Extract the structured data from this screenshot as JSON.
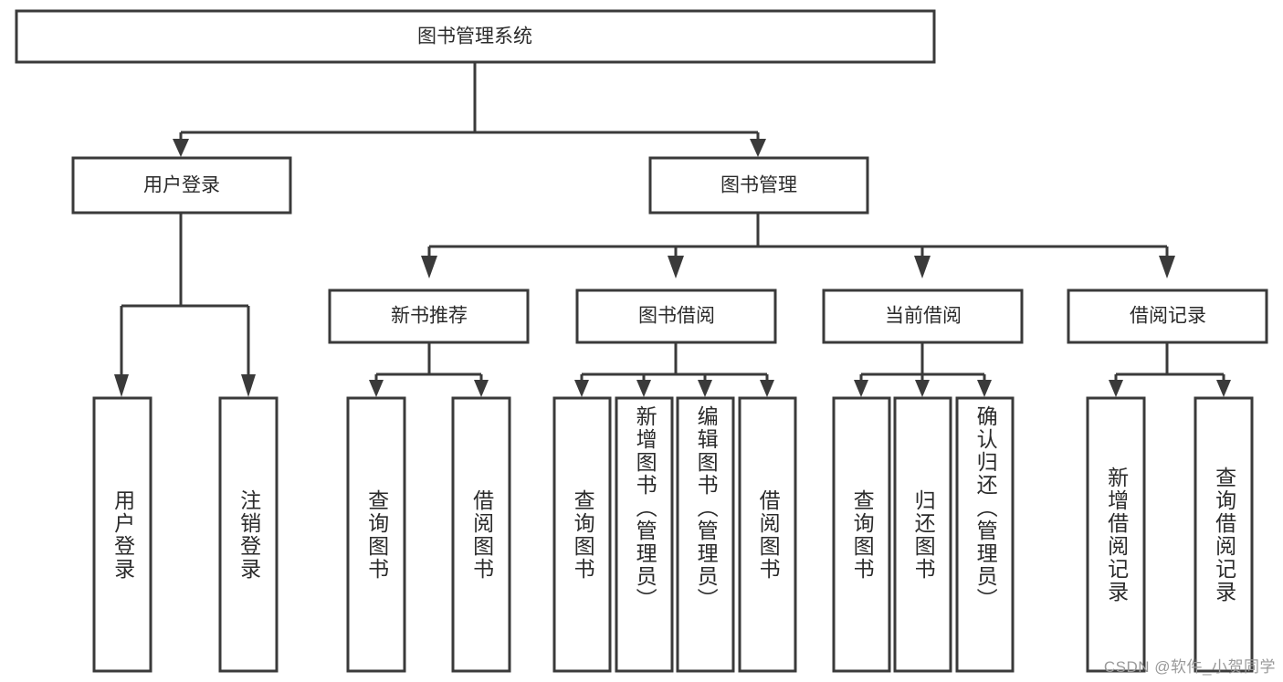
{
  "diagram": {
    "title": "图书管理系统",
    "type": "tree",
    "watermark": "CSDN @软件_小贺同学",
    "colors": {
      "box_stroke": "#3a3a3a",
      "box_fill": "#ffffff",
      "text": "#2b2b2b",
      "connector": "#3a3a3a",
      "watermark": "#9a9a9a",
      "background": "#ffffff"
    },
    "levels": {
      "root": {
        "id": "root",
        "label": "图书管理系统",
        "orientation": "horizontal"
      },
      "level2": [
        {
          "id": "user-login",
          "label": "用户登录",
          "orientation": "horizontal"
        },
        {
          "id": "book-management",
          "label": "图书管理",
          "orientation": "horizontal"
        }
      ],
      "level3": [
        {
          "id": "new-book-recommend",
          "label": "新书推荐",
          "orientation": "horizontal",
          "parent": "book-management"
        },
        {
          "id": "book-borrow",
          "label": "图书借阅",
          "orientation": "horizontal",
          "parent": "book-management"
        },
        {
          "id": "current-borrow",
          "label": "当前借阅",
          "orientation": "horizontal",
          "parent": "book-management"
        },
        {
          "id": "borrow-record",
          "label": "借阅记录",
          "orientation": "horizontal",
          "parent": "book-management"
        }
      ],
      "leaves": [
        {
          "id": "leaf-user-login",
          "label": "用户登录",
          "orientation": "vertical",
          "parent": "user-login"
        },
        {
          "id": "leaf-logout",
          "label": "注销登录",
          "orientation": "vertical",
          "parent": "user-login"
        },
        {
          "id": "leaf-query-book-1",
          "label": "查询图书",
          "orientation": "vertical",
          "parent": "new-book-recommend"
        },
        {
          "id": "leaf-borrow-book-1",
          "label": "借阅图书",
          "orientation": "vertical",
          "parent": "new-book-recommend"
        },
        {
          "id": "leaf-query-book-2",
          "label": "查询图书",
          "orientation": "vertical",
          "parent": "book-borrow"
        },
        {
          "id": "leaf-add-book",
          "label": "新增图书（管理员）",
          "orientation": "vertical",
          "parent": "book-borrow"
        },
        {
          "id": "leaf-edit-book",
          "label": "编辑图书（管理员）",
          "orientation": "vertical",
          "parent": "book-borrow"
        },
        {
          "id": "leaf-borrow-book-2",
          "label": "借阅图书",
          "orientation": "vertical",
          "parent": "book-borrow"
        },
        {
          "id": "leaf-query-book-3",
          "label": "查询图书",
          "orientation": "vertical",
          "parent": "current-borrow"
        },
        {
          "id": "leaf-return-book",
          "label": "归还图书",
          "orientation": "vertical",
          "parent": "current-borrow"
        },
        {
          "id": "leaf-confirm-return",
          "label": "确认归还（管理员）",
          "orientation": "vertical",
          "parent": "current-borrow"
        },
        {
          "id": "leaf-add-record",
          "label": "新增借阅记录",
          "orientation": "vertical",
          "parent": "borrow-record"
        },
        {
          "id": "leaf-query-record",
          "label": "查询借阅记录",
          "orientation": "vertical",
          "parent": "borrow-record"
        }
      ]
    }
  }
}
